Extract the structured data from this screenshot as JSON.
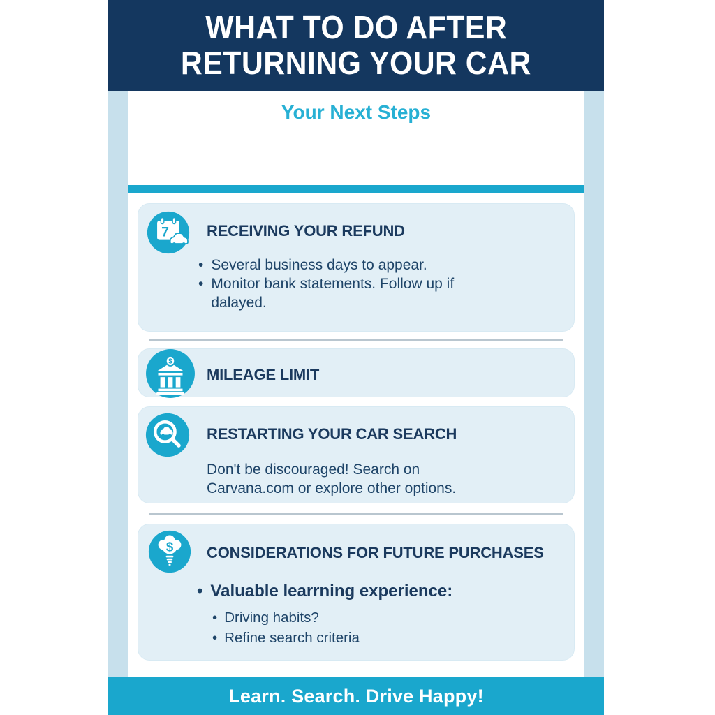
{
  "header": {
    "title_line1": "WHAT TO DO AFTER",
    "title_line2": "RETURNING YOUR CAR"
  },
  "subtitle": "Your Next Steps",
  "sections": [
    {
      "icon": "calendar-day-car-icon",
      "icon_number": "7",
      "heading": "RECEIVING YOUR REFUND",
      "bullets": [
        "Several business days to appear.",
        "Monitor bank statements. Follow up if dalayed."
      ]
    },
    {
      "icon": "bank-building-icon",
      "icon_symbol": "$",
      "heading": "MILEAGE LIMIT"
    },
    {
      "icon": "car-search-magnifier-icon",
      "heading": "RESTARTING YOUR CAR SEARCH",
      "paragraph": "Don't be discouraged! Search on Carvana.com or explore other options."
    },
    {
      "icon": "lightbulb-dollar-icon",
      "icon_symbol": "$",
      "heading": "CONSIDERATIONS FOR FUTURE PURCHASES",
      "main_bullet": "Valuable learrning experience:",
      "sub_bullets": [
        "Driving habits?",
        "Refine search criteria"
      ]
    }
  ],
  "footer": {
    "tagline": "Learn. Search. Drive Happy!"
  },
  "colors": {
    "header_navy": "#14375f",
    "accent_cyan": "#1aa7cd",
    "subtitle_cyan": "#27b0d4",
    "card_background": "#e2eff6",
    "side_band_blue": "#c7e0ec",
    "heading_navy": "#1b3a5e",
    "body_text_navy": "#1e4468",
    "separator_gray": "#b9c6cf"
  }
}
